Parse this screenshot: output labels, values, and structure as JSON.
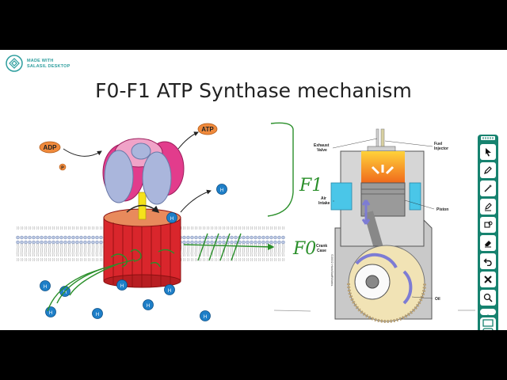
{
  "slide": {
    "title": "F0-F1 ATP Synthase mechanism",
    "logo_line1": "MADE WITH",
    "logo_line2": "SALASIL DESKTOP"
  },
  "diagram": {
    "atp_label": "ATP",
    "adp_label": "ADP",
    "phosphate_label": "P",
    "proton_label": "H",
    "handwritten_f1": "F1",
    "handwritten_f0": "F0",
    "engine_labels": {
      "exhaust_valve": [
        "Exhaust",
        "Valve"
      ],
      "fuel_injector": [
        "Fuel",
        "Injector"
      ],
      "air_intake": [
        "Air",
        "Intake"
      ],
      "piston": "Piston",
      "crank_case": [
        "Crank",
        "Case"
      ],
      "oil": "Oil",
      "copyright": "©2002 HowStuffWorks"
    }
  },
  "colors": {
    "toolbar": "#16826f",
    "f0_ring": "#d9262c",
    "f1_pink": "#e23c8c",
    "f1_blue": "#aab6dc",
    "annotation_green": "#2a8f2a",
    "proton_blue": "#1e7fc8",
    "adp_orange": "#f08a3c"
  },
  "toolbar": {
    "icons": [
      "pointer-icon",
      "pen-icon",
      "magic-pen-icon",
      "highlighter-icon",
      "shape-icon",
      "eraser-icon",
      "undo-icon",
      "clear-icon",
      "zoom-icon"
    ]
  }
}
